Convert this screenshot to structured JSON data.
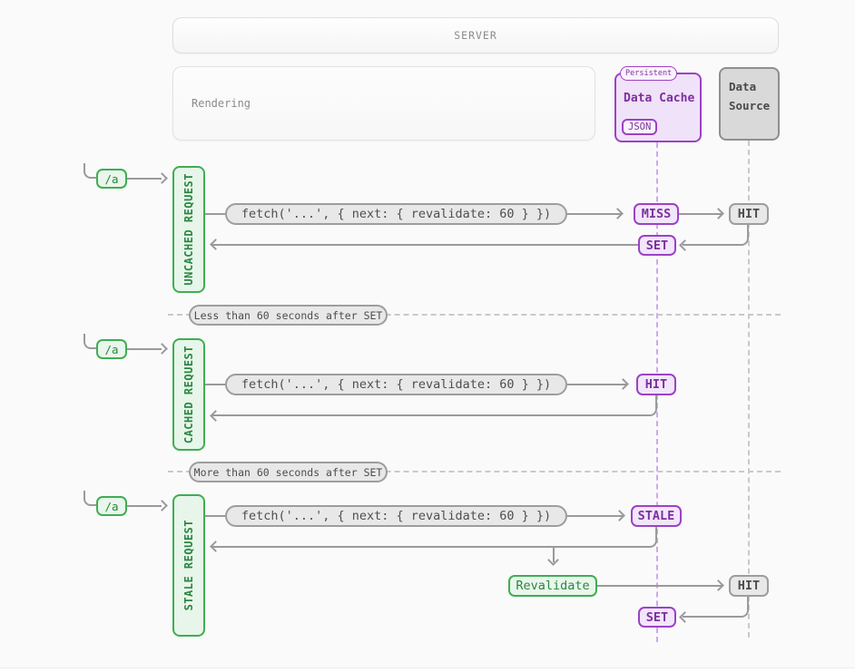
{
  "server": {
    "label": "SERVER"
  },
  "rendering": {
    "label": "Rendering"
  },
  "data_cache": {
    "badge": "Persistent",
    "title": "Data Cache",
    "format_tag": "JSON"
  },
  "data_source": {
    "title": "Data Source"
  },
  "separators": [
    {
      "label": "Less than 60 seconds after SET"
    },
    {
      "label": "More than 60 seconds after SET"
    }
  ],
  "rows": [
    {
      "route": "/a",
      "name": "UNCACHED REQUEST",
      "fetch": "fetch('...', { next: { revalidate: 60 } })",
      "cache_result": "MISS",
      "source_result": "HIT",
      "set_label": "SET"
    },
    {
      "route": "/a",
      "name": "CACHED REQUEST",
      "fetch": "fetch('...', { next: { revalidate: 60 } })",
      "cache_result": "HIT"
    },
    {
      "route": "/a",
      "name": "STALE REQUEST",
      "fetch": "fetch('...', { next: { revalidate: 60 } })",
      "cache_result": "STALE",
      "revalidate_label": "Revalidate",
      "source_result": "HIT",
      "set_label": "SET"
    }
  ],
  "colors": {
    "green": "#3fae52",
    "purple": "#9c42c5",
    "gray": "#9a9a9a"
  }
}
